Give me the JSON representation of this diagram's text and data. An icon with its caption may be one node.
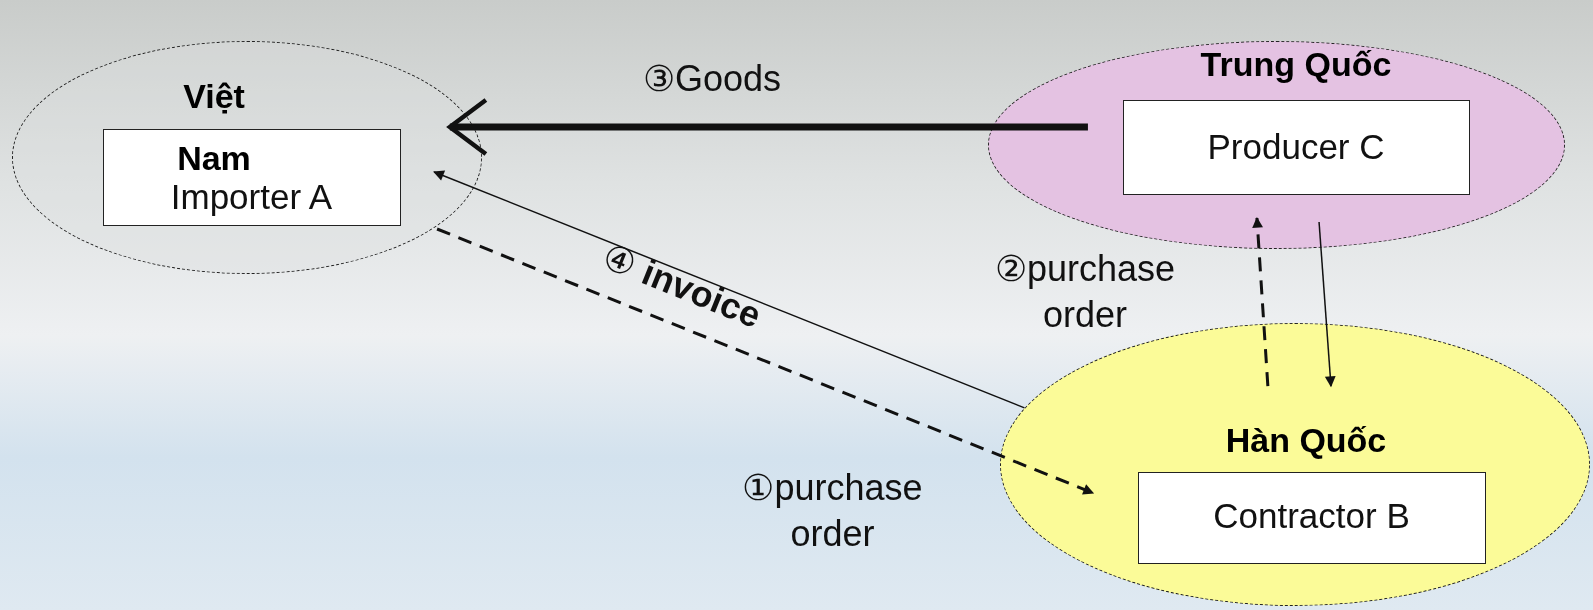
{
  "diagram": {
    "nodes": [
      {
        "text": [
          "Việt Nam"
        ]
      },
      {
        "text": [
          "Importer A"
        ],
        "in": 0
      },
      {
        "text": [
          "Trung Quốc"
        ]
      },
      {
        "text": [
          "Producer C"
        ],
        "in": 2
      },
      {
        "text": [
          "Hàn Quốc"
        ]
      },
      {
        "text": [
          "Contractor B"
        ],
        "in": 4
      }
    ],
    "edges": [
      {
        "from": 3,
        "to": 1,
        "arrow": "to",
        "label": "③Goods",
        "style": "thick"
      },
      {
        "from": 4,
        "to": 1,
        "arrow": "to",
        "label": "④ **invoice**"
      },
      {
        "from": 1,
        "to": 5,
        "arrow": "to",
        "label": "①purchase order",
        "style": "dashed"
      },
      {
        "from": 4,
        "to": 3,
        "arrow": "to",
        "label": "②purchase order",
        "style": "dashed"
      },
      {
        "from": 3,
        "to": 4,
        "arrow": "to"
      }
    ]
  }
}
